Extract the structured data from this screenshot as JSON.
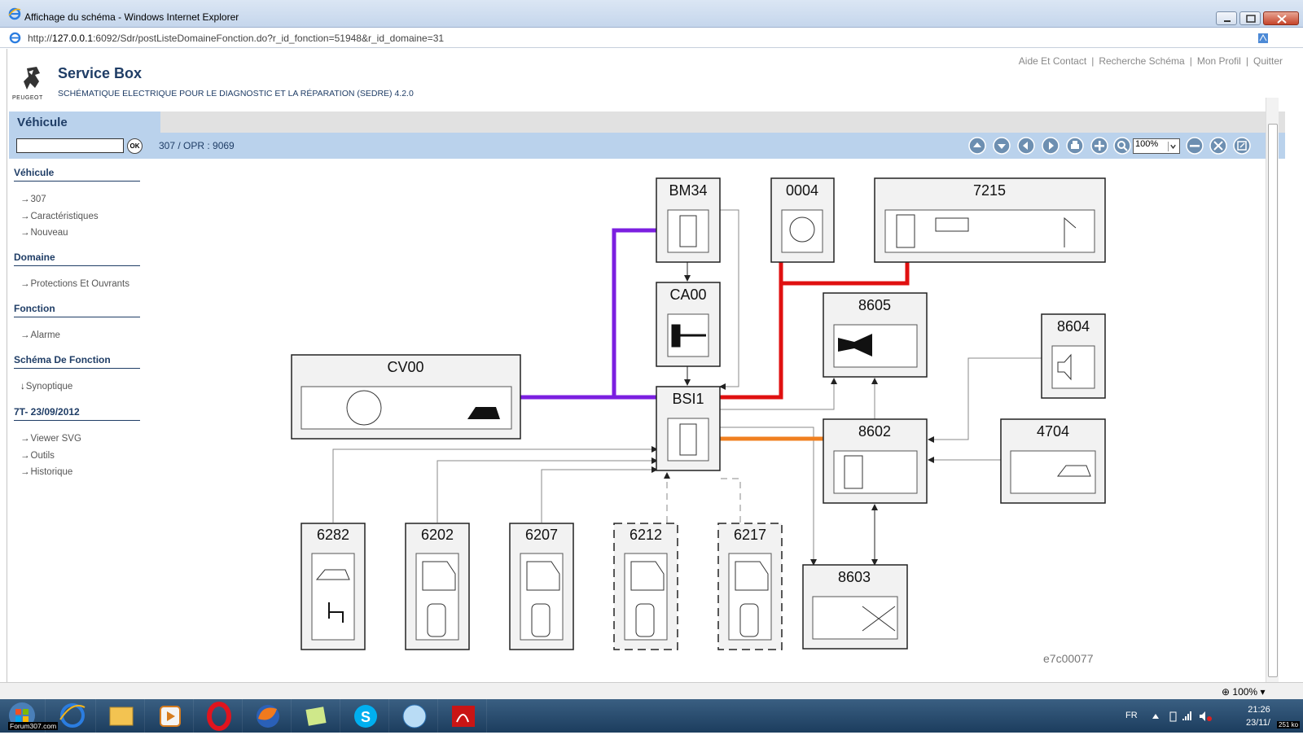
{
  "window": {
    "title": "Affichage du schéma - Windows Internet Explorer",
    "url_prefix": "http://",
    "url_host": "127.0.0.1",
    "url_rest": ":6092/Sdr/postListeDomaineFonction.do?r_id_fonction=51948&r_id_domaine=31"
  },
  "header": {
    "links": [
      "Aide Et Contact",
      "Recherche Schéma",
      "Mon Profil",
      "Quitter"
    ],
    "logo_text": "PEUGEOT",
    "app_title": "Service Box",
    "app_subtitle": "SCHÉMATIQUE ELECTRIQUE POUR LE DIAGNOSTIC ET LA RÉPARATION (SEDRE) 4.2.0"
  },
  "tabs": {
    "active": "Véhicule"
  },
  "toolbar": {
    "search_value": "",
    "ok_label": "OK",
    "breadcrumb": "307  /  OPR : 9069",
    "zoom": "100%",
    "buttons": [
      "arrow-up-icon",
      "arrow-down-icon",
      "arrow-left-icon",
      "arrow-right-icon",
      "print-icon",
      "plus-icon",
      "magnifier-icon",
      "minus-icon",
      "fit-icon",
      "fullscreen-icon"
    ]
  },
  "sidebar": {
    "sections": [
      {
        "title": "Véhicule",
        "items": [
          "307",
          "Caractéristiques",
          "Nouveau"
        ]
      },
      {
        "title": "Domaine",
        "items": [
          "Protections Et Ouvrants"
        ]
      },
      {
        "title": "Fonction",
        "items": [
          "Alarme"
        ]
      },
      {
        "title": "Schéma De Fonction",
        "items": [
          "Synoptique"
        ]
      },
      {
        "title": "7T- 23/09/2012",
        "items": [
          "Viewer SVG",
          "Outils",
          "Historique"
        ]
      }
    ]
  },
  "diagram": {
    "components": [
      {
        "id": "BM34"
      },
      {
        "id": "0004"
      },
      {
        "id": "7215"
      },
      {
        "id": "CA00"
      },
      {
        "id": "CV00"
      },
      {
        "id": "BSI1"
      },
      {
        "id": "8605"
      },
      {
        "id": "8604"
      },
      {
        "id": "8602"
      },
      {
        "id": "4704"
      },
      {
        "id": "6282"
      },
      {
        "id": "6202"
      },
      {
        "id": "6207"
      },
      {
        "id": "6212"
      },
      {
        "id": "6217"
      },
      {
        "id": "8603"
      }
    ],
    "reference": "e7c00077",
    "wire_colors": {
      "purple": "#7b1fe0",
      "red": "#e01010",
      "orange": "#f08020",
      "thin": "#7a7a7a"
    }
  },
  "status": {
    "zoom": "100%"
  },
  "taskbar": {
    "lang": "FR",
    "time": "21:26",
    "date": "23/11/",
    "forum_tag": "Forum307.com",
    "kb_tag": "251 ko"
  }
}
